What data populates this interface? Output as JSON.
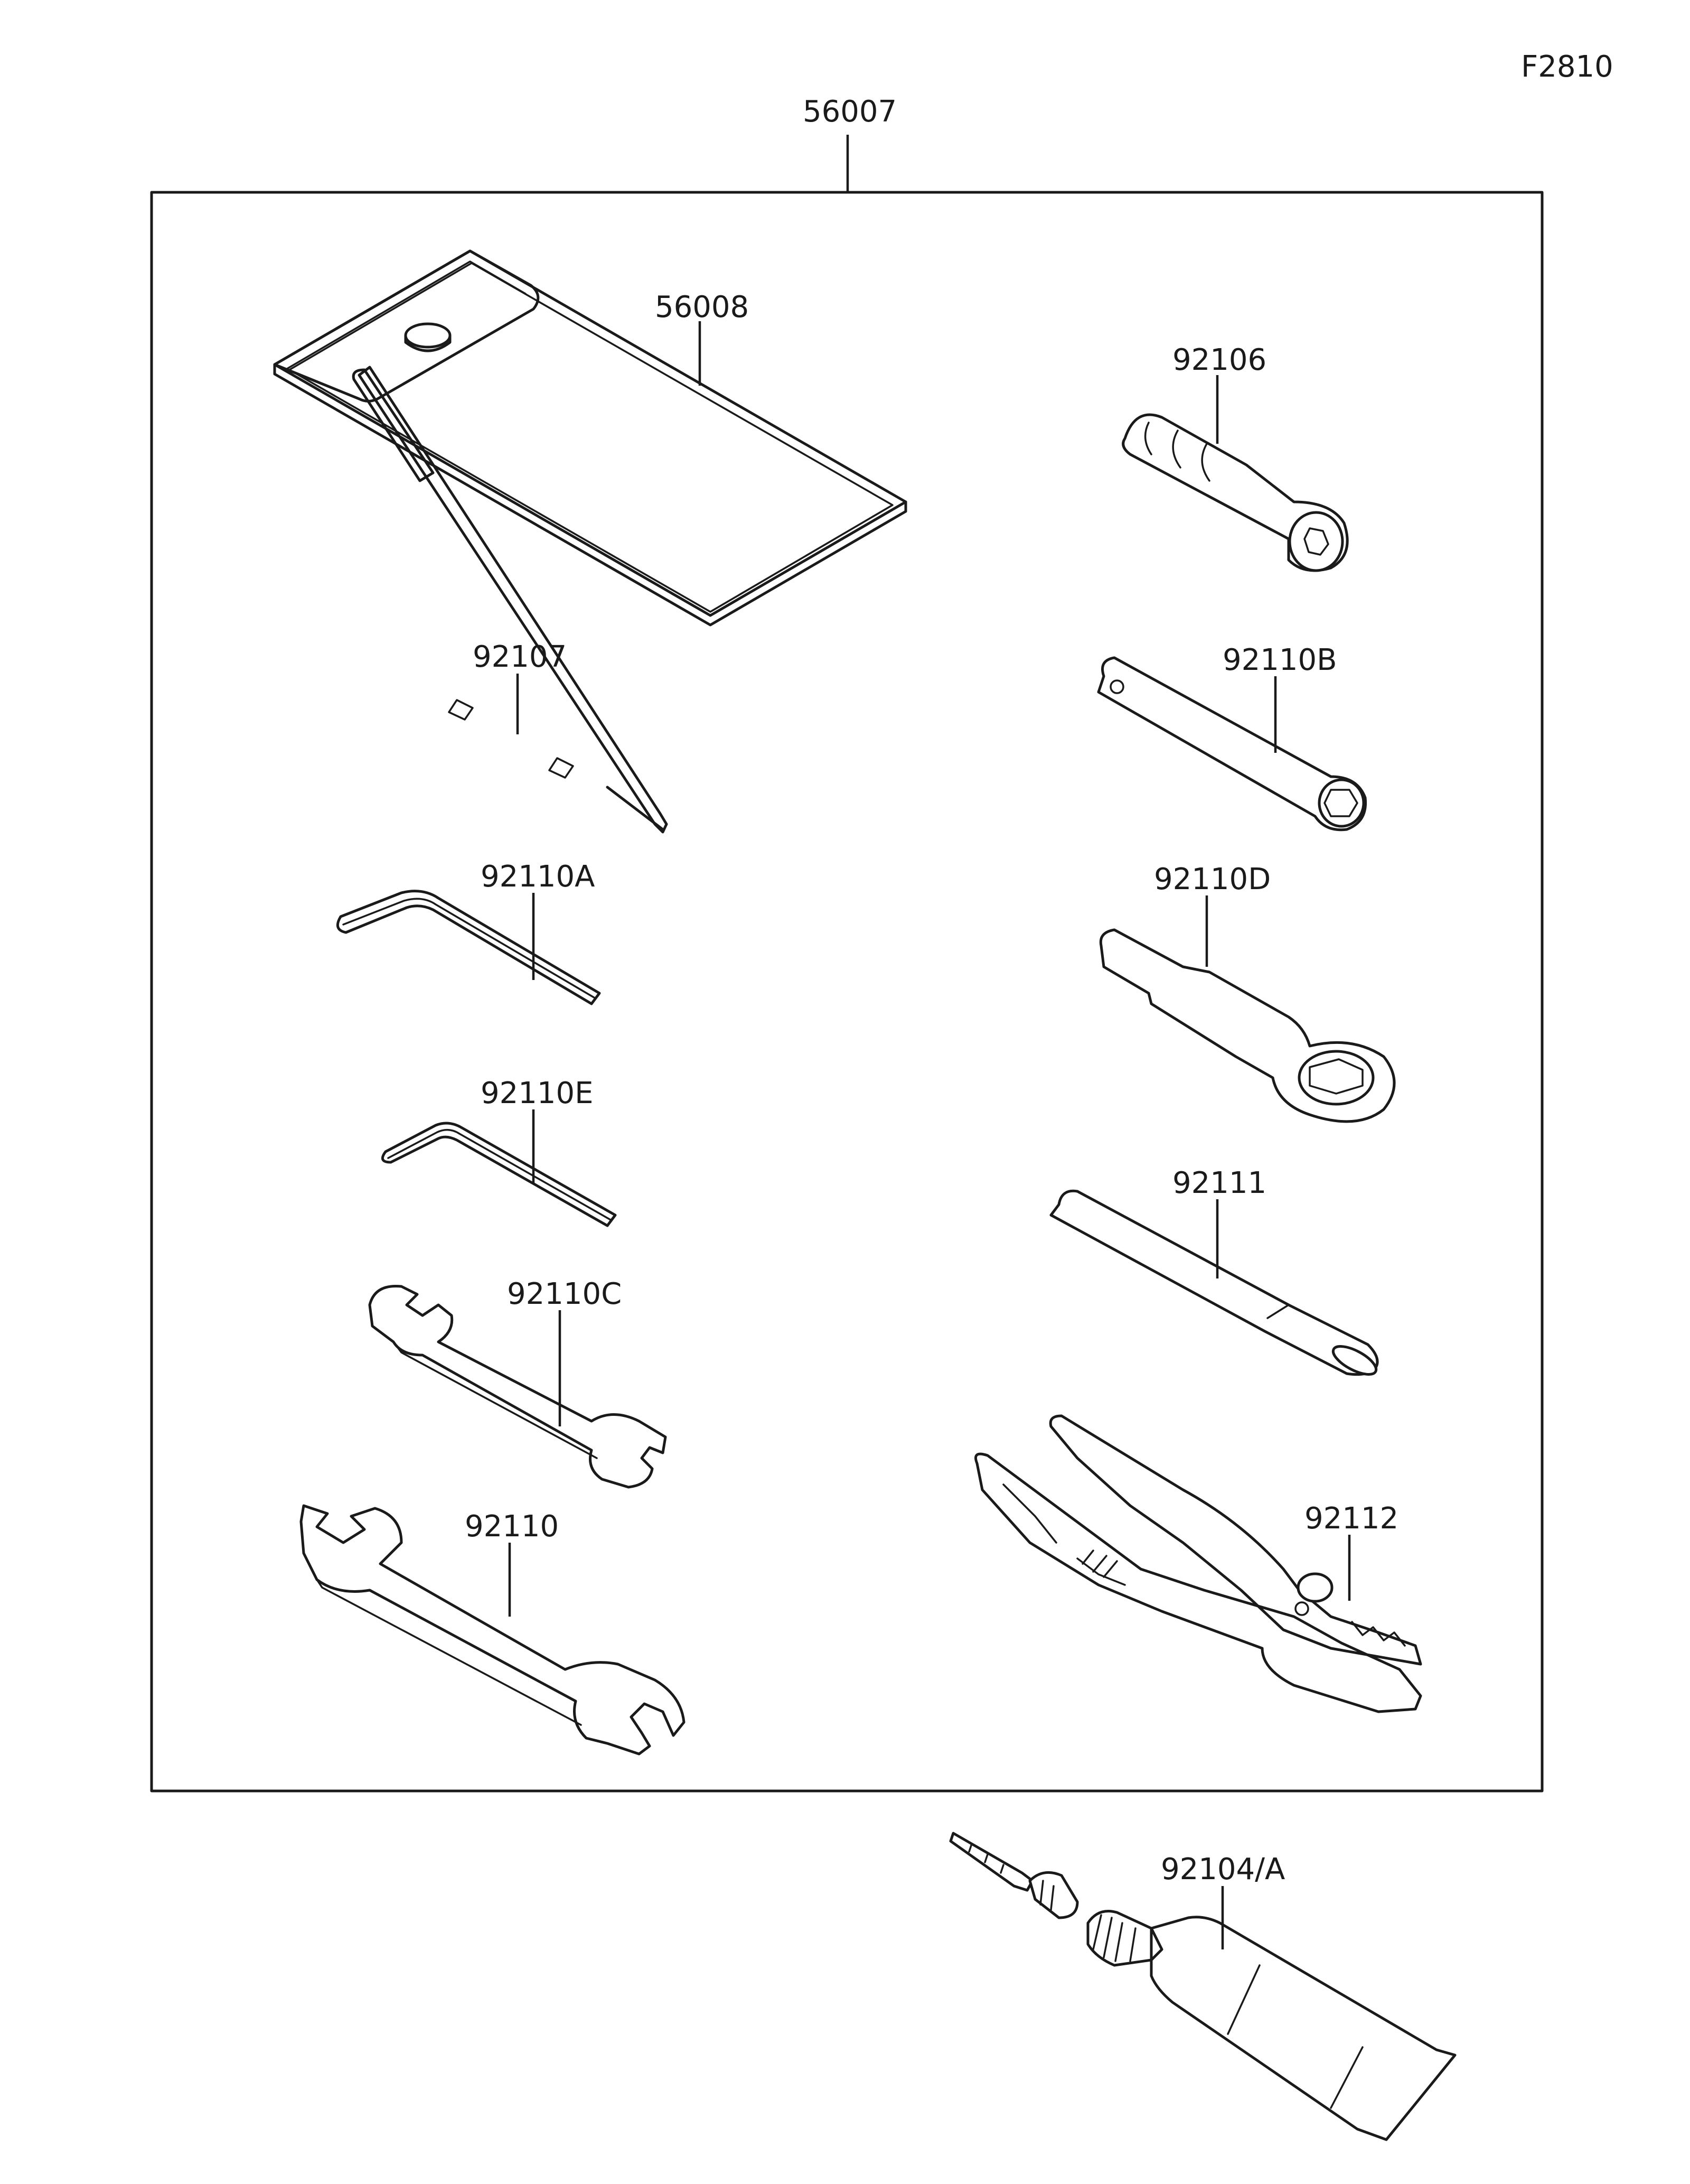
{
  "figure_code": "F2810",
  "parts": {
    "tool_kit": "56007",
    "case": "56008",
    "screwdriver": "92107",
    "hex_wrench_a": "92110A",
    "hex_wrench_e": "92110E",
    "wrench_c": "92110C",
    "wrench": "92110",
    "handle": "92106",
    "box_wrench_b": "92110B",
    "ring_wrench_d": "92110D",
    "bar": "92111",
    "pliers": "92112",
    "tube_kit": "92104/A"
  }
}
